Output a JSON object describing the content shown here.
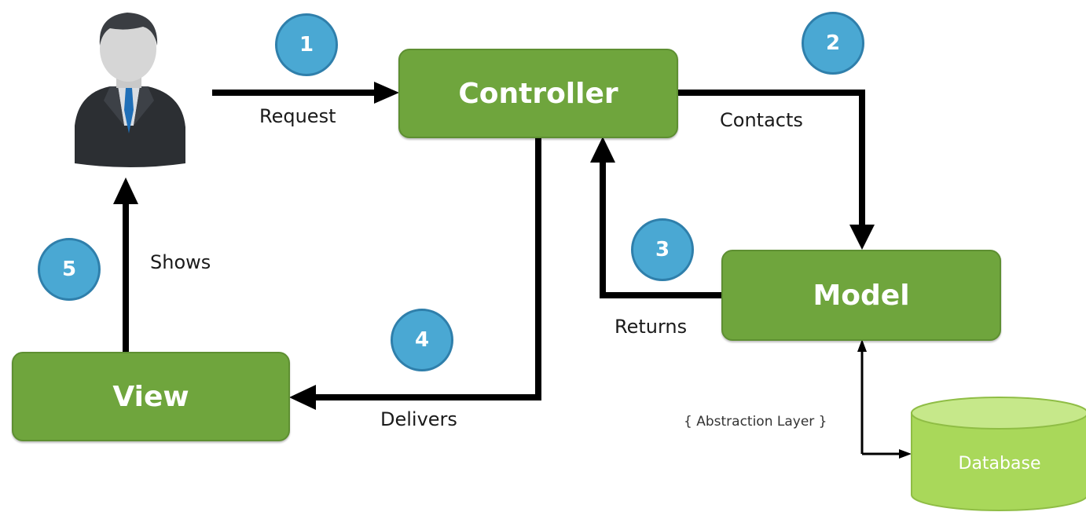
{
  "nodes": {
    "controller": "Controller",
    "model": "Model",
    "view": "View",
    "database": "Database"
  },
  "steps": [
    "1",
    "2",
    "3",
    "4",
    "5"
  ],
  "edges": {
    "request": "Request",
    "contacts": "Contacts",
    "returns": "Returns",
    "delivers": "Delivers",
    "shows": "Shows",
    "abstraction_layer": "{ Abstraction Layer }"
  },
  "icons": {
    "user": "businessman-avatar-icon",
    "database": "database-cylinder-icon"
  },
  "colors": {
    "node_green": "#6fa53d",
    "database_green": "#a9d85a",
    "badge_blue": "#4aa8d3",
    "arrow": "#000000"
  }
}
